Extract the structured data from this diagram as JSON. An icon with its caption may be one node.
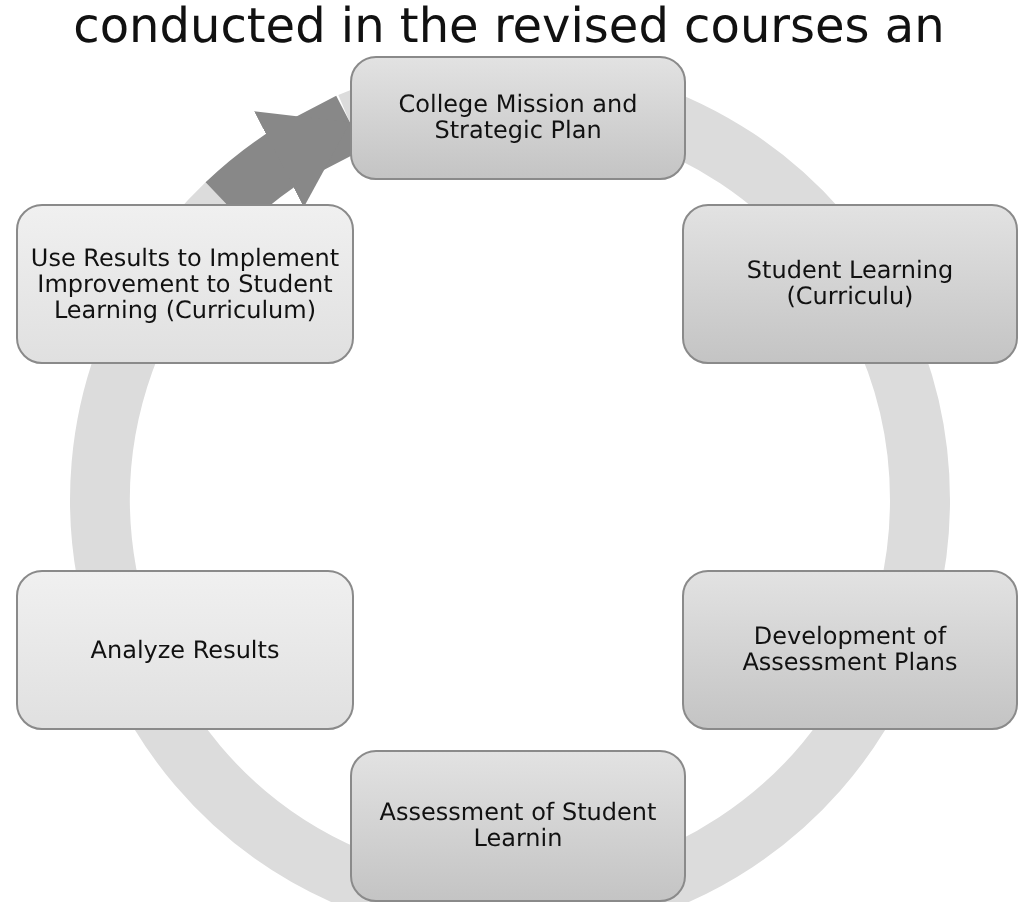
{
  "diagram": {
    "nodes": [
      {
        "text": [
          "College Mission and Strategic Plan"
        ]
      },
      {
        "text": [
          "Student Learning (Curriculu)"
        ]
      },
      {
        "text": [
          "Development of Assessment Plans"
        ]
      },
      {
        "text": [
          "Assessment of Student Learnin"
        ]
      },
      {
        "text": [
          "Analyze Results"
        ]
      },
      {
        "text": [
          "Use Results to Implement Improvement to Student Learning (Curriculum)"
        ]
      }
    ],
    "edges": [
      {
        "from": 5,
        "to": 0,
        "arrow": "to"
      }
    ],
    "labels": [
      "conducted in the revised courses an"
    ]
  }
}
